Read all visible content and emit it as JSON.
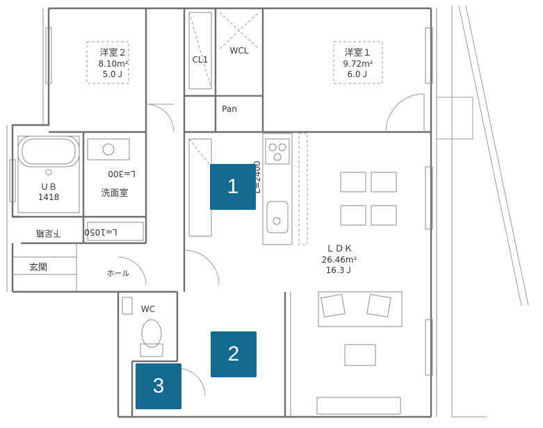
{
  "rooms": {
    "room2": {
      "name": "洋室２",
      "area": "8.10m²",
      "tatami": "5.0Ｊ"
    },
    "room1": {
      "name": "洋室１",
      "area": "9.72m²",
      "tatami": "6.0Ｊ"
    },
    "ldk": {
      "name": "ＬＤＫ",
      "area": "26.46m²",
      "tatami": "16.3Ｊ"
    },
    "closet": {
      "name": "CL1"
    },
    "wcl": {
      "name": "WCL"
    },
    "pantry": {
      "name": "Pan"
    },
    "bath": {
      "name": "ＵＢ",
      "size": "1418"
    },
    "washroom": {
      "name": "洗面室"
    },
    "entrance": {
      "name": "玄関"
    },
    "shoe": {
      "name": "下足箱"
    },
    "hall": {
      "name": "ホール"
    },
    "toilet": {
      "name": "WC"
    }
  },
  "dimensions": {
    "kitchen": "L=2400",
    "wash_upper": "L=300",
    "wash_lower": "L=1050"
  },
  "markers": [
    {
      "label": "1"
    },
    {
      "label": "2"
    },
    {
      "label": "3"
    }
  ],
  "colors": {
    "marker": "#156b8f",
    "wall": "#6d6d6d"
  }
}
